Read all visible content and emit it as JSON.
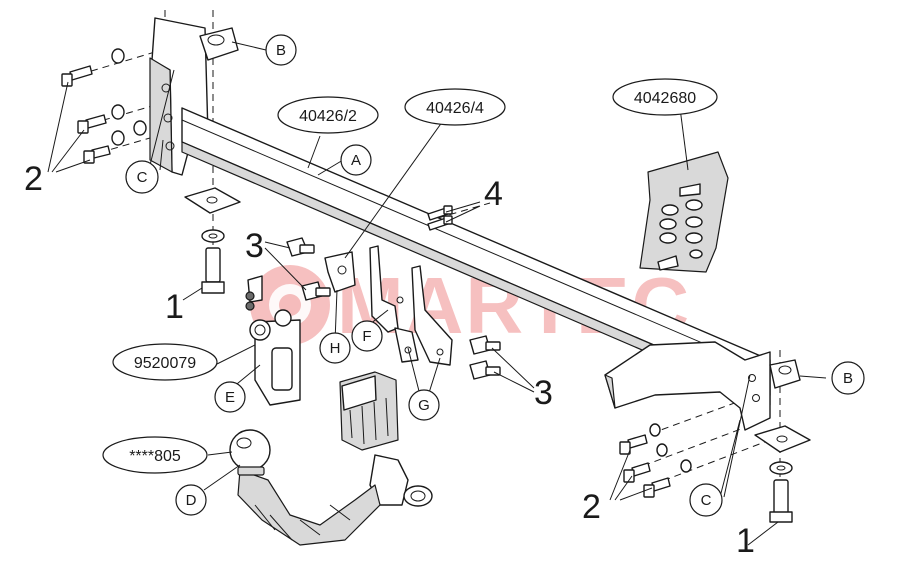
{
  "watermark": {
    "text": "MARTEC",
    "color": "#e23a3a",
    "opacity": 0.32
  },
  "codes": {
    "crossbar_a": "40426/2",
    "bracket_f": "40426/4",
    "fitting_kit": "4042680",
    "socket_plate": "9520079",
    "towball": "****805"
  },
  "part_letters": {
    "crossbar": "A",
    "side_bracket_left": "B",
    "side_bracket_right": "B",
    "frame_bolts_left": "C",
    "frame_bolts_right": "C",
    "towball": "D",
    "socket_plate": "E",
    "center_bracket": "F",
    "side_plates": "G",
    "clamp": "H"
  },
  "step_numbers": {
    "bottom_bolt_left": "1",
    "bottom_bolt_right": "1",
    "frame_bolts_left": "2",
    "frame_bolts_right": "2",
    "bracket_bolts_upper": "3",
    "bracket_bolts_lower": "3",
    "upper_bolts": "4"
  },
  "colors": {
    "line": "#1a1a1a",
    "shade": "#d9d9d9",
    "dark": "#6b6b6b"
  }
}
